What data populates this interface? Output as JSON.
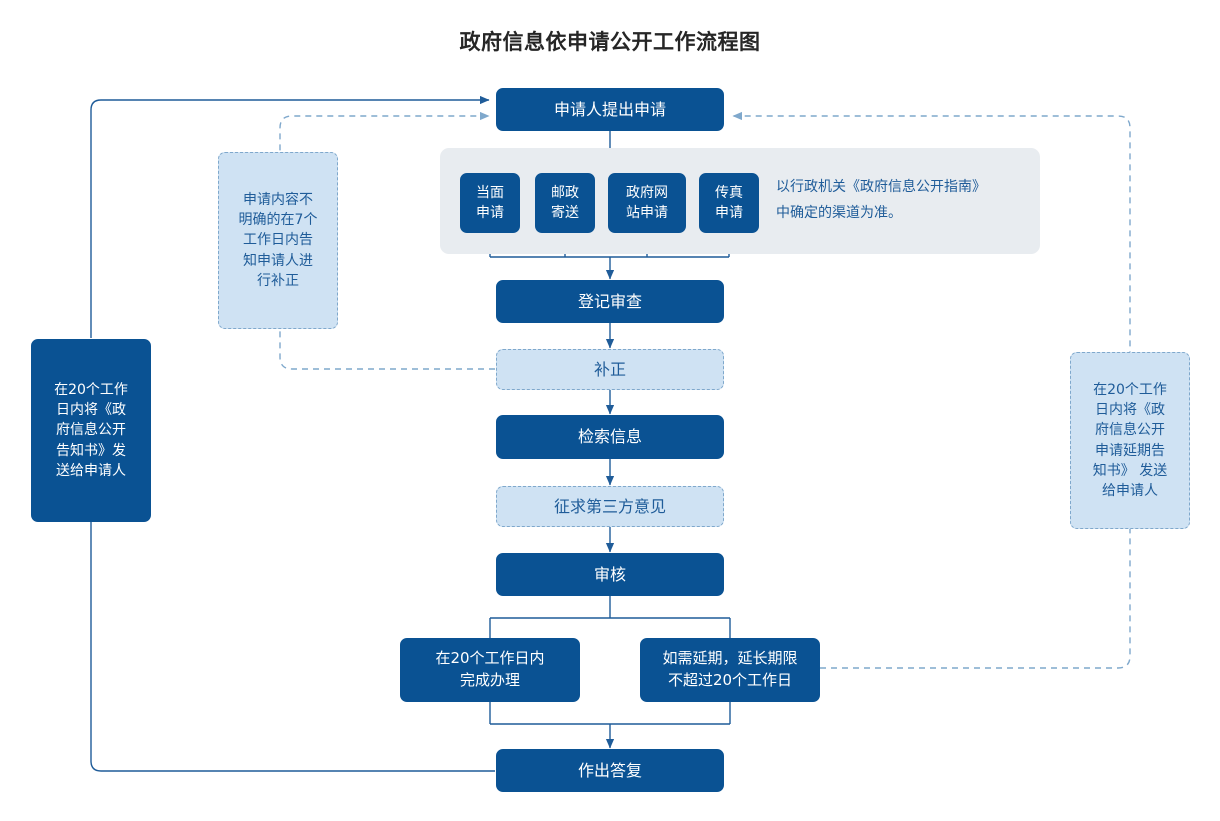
{
  "document": {
    "title": "政府信息依申请公开工作流程图"
  },
  "colors": {
    "primary": "#0a5293",
    "ghost_fill": "#cfe2f3",
    "ghost_text": "#1f5c99",
    "panel_fill": "#e8ecf0",
    "connector": "#1f5c99",
    "title_text": "#262626"
  },
  "nodes": {
    "start": {
      "label": "申请人提出申请",
      "style": "solid"
    },
    "channels": [
      {
        "label": "当面\n申请",
        "style": "solid"
      },
      {
        "label": "邮政\n寄送",
        "style": "solid"
      },
      {
        "label": "政府网\n站申请",
        "style": "solid"
      },
      {
        "label": "传真\n申请",
        "style": "solid"
      }
    ],
    "channel_note": "以行政机关《政府信息公开指南》\n中确定的渠道为准。",
    "register_review": {
      "label": "登记审查",
      "style": "solid"
    },
    "supplement": {
      "label": "补正",
      "style": "ghost"
    },
    "retrieve_info": {
      "label": "检索信息",
      "style": "solid"
    },
    "third_party": {
      "label": "征求第三方意见",
      "style": "ghost"
    },
    "audit": {
      "label": "审核",
      "style": "solid"
    },
    "branch_on_time": {
      "label": "在20个工作日内\n完成办理",
      "style": "solid"
    },
    "branch_extend": {
      "label": "如需延期，延长期限\n不超过20个工作日",
      "style": "solid"
    },
    "reply": {
      "label": "作出答复",
      "style": "solid"
    },
    "note_left_ghost": {
      "label": "申请内容不\n明确的在7个\n工作日内告\n知申请人进\n行补正",
      "style": "ghost"
    },
    "note_left_solid": {
      "label": "在20个工作\n日内将《政\n府信息公开\n告知书》发\n送给申请人",
      "style": "solid"
    },
    "note_right_ghost": {
      "label": "在20个工作\n日内将《政\n府信息公开\n申请延期告\n知书》 发送\n给申请人",
      "style": "ghost"
    }
  },
  "flow": {
    "edges": [
      {
        "from": "start",
        "to": "channels",
        "style": "solid"
      },
      {
        "from": "channels",
        "to": "register_review",
        "style": "solid"
      },
      {
        "from": "register_review",
        "to": "supplement",
        "style": "solid"
      },
      {
        "from": "supplement",
        "to": "start",
        "style": "dashed"
      },
      {
        "from": "supplement",
        "to": "retrieve_info",
        "style": "solid"
      },
      {
        "from": "retrieve_info",
        "to": "third_party",
        "style": "solid"
      },
      {
        "from": "third_party",
        "to": "audit",
        "style": "solid"
      },
      {
        "from": "audit",
        "to": "branch_on_time",
        "style": "solid"
      },
      {
        "from": "audit",
        "to": "branch_extend",
        "style": "solid"
      },
      {
        "from": "branch_on_time",
        "to": "reply",
        "style": "solid"
      },
      {
        "from": "branch_extend",
        "to": "reply",
        "style": "solid"
      },
      {
        "from": "branch_extend",
        "to": "start",
        "style": "dashed"
      },
      {
        "from": "note_left_solid",
        "to": "start",
        "style": "solid"
      },
      {
        "from": "note_left_solid",
        "to": "reply",
        "style": "solid"
      }
    ]
  }
}
